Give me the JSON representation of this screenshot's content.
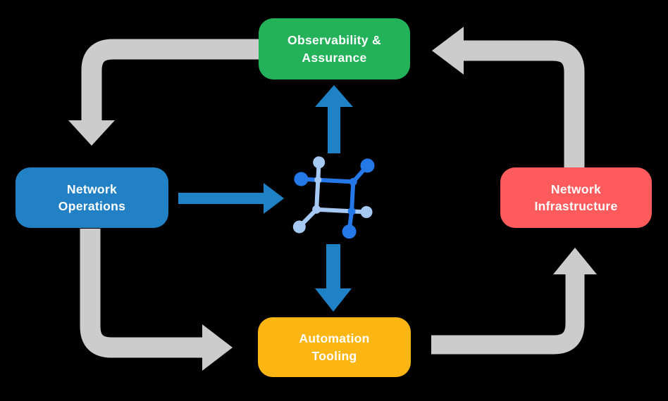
{
  "diagram": {
    "type": "cycle-flow-diagram",
    "background_color": "#000000",
    "nodes": [
      {
        "id": "observability_assurance",
        "line1": "Observability &",
        "line2": "Assurance",
        "color": "#23b159",
        "text_color": "#ffffff"
      },
      {
        "id": "network_operations",
        "line1": "Network",
        "line2": "Operations",
        "color": "#2181c4",
        "text_color": "#ffffff"
      },
      {
        "id": "network_infrastructure",
        "line1": "Network",
        "line2": "Infrastructure",
        "color": "#ff5b5d",
        "text_color": "#ffffff"
      },
      {
        "id": "automation_tooling",
        "line1": "Automation",
        "line2": "Tooling",
        "color": "#fbb614",
        "text_color": "#ffffff"
      }
    ],
    "center_icon": {
      "name": "network-mesh-icon",
      "color_primary": "#2478e8",
      "color_secondary": "#a6c9f4"
    },
    "edges": [
      {
        "from": "observability_assurance",
        "to": "network_operations",
        "style": "elbow",
        "color": "#cccccc"
      },
      {
        "from": "network_operations",
        "to": "automation_tooling",
        "style": "elbow",
        "color": "#cccccc"
      },
      {
        "from": "automation_tooling",
        "to": "network_infrastructure",
        "style": "elbow",
        "color": "#cccccc"
      },
      {
        "from": "network_infrastructure",
        "to": "observability_assurance",
        "style": "elbow",
        "color": "#cccccc"
      },
      {
        "from": "network_operations",
        "to": "center_icon",
        "style": "straight",
        "color": "#2082c6"
      },
      {
        "from": "center_icon",
        "to": "observability_assurance",
        "style": "straight",
        "color": "#2082c6"
      },
      {
        "from": "center_icon",
        "to": "automation_tooling",
        "style": "straight",
        "color": "#2082c6"
      }
    ]
  }
}
